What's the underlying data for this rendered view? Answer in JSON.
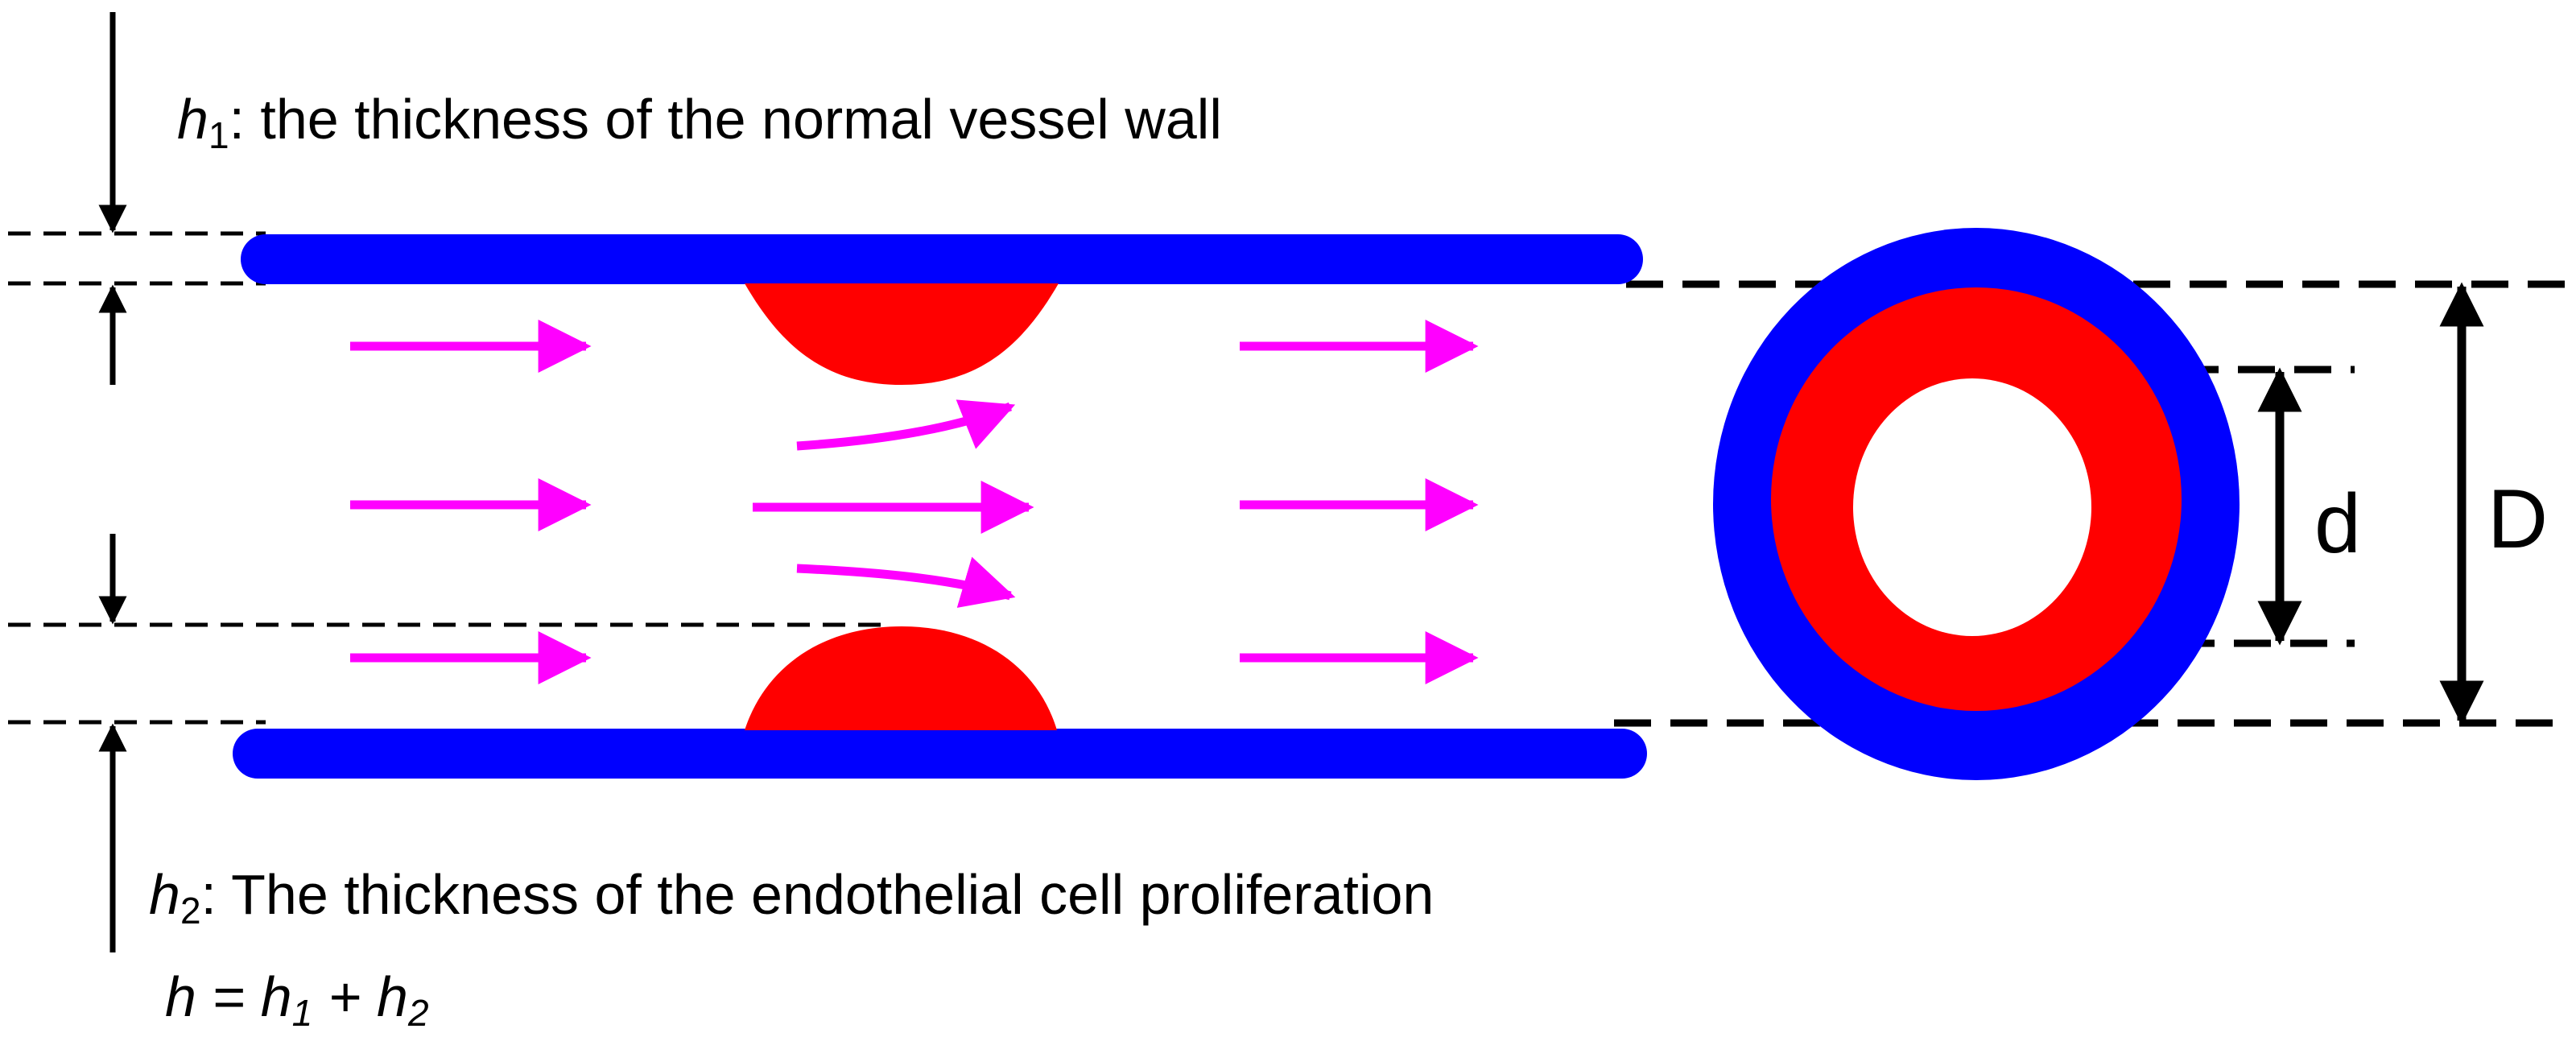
{
  "labels": {
    "h1_symbol": "h",
    "h1_sub": "1",
    "h1_text": ": the thickness of the normal vessel wall",
    "h2_symbol": "h",
    "h2_sub": "2",
    "h2_text": ": The thickness of the endothelial cell proliferation",
    "formula_h": "h",
    "formula_eq": " = ",
    "formula_h1": "h",
    "formula_h1_sub": "1",
    "formula_plus": " + ",
    "formula_h2": "h",
    "formula_h2_sub": "2",
    "small_diameter": "d",
    "large_diameter": "D"
  },
  "colors": {
    "vessel_wall": "#0000ff",
    "proliferation": "#ff0000",
    "flow_arrow": "#ff00ff",
    "dimension_line": "#000000",
    "background": "#ffffff"
  }
}
